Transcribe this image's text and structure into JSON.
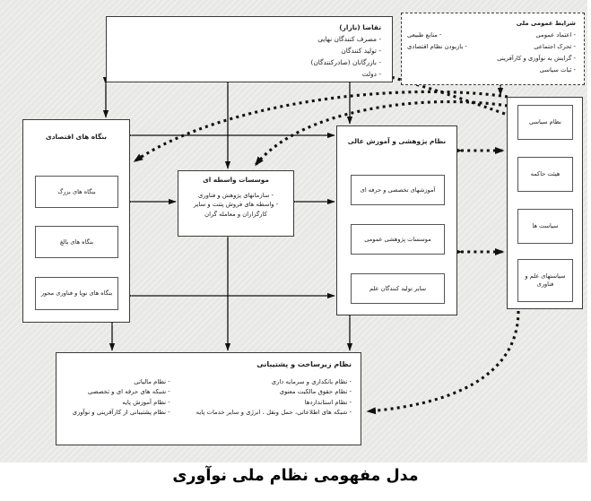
{
  "caption": "مدل مفهومی نظام ملی نوآوری",
  "demand": {
    "title": "تقاضا (بازار)",
    "items": [
      "- مصرف کنندگان نهایی",
      "- تولید کنندگان",
      "- بازرگانان (صادرکنندگان)",
      "- دولت"
    ]
  },
  "conditions": {
    "title": "شرایط عمومی ملی",
    "rows": [
      {
        "right": "- اعتماد عمومی",
        "left": "- منابع طبیعی"
      },
      {
        "right": "- تحرک اجتماعی",
        "left": "- بازبودن نظام اقتصادی"
      },
      {
        "right": "- گرایش به نوآوری و کارآفرینی",
        "left": ""
      },
      {
        "right": "- ثبات سیاسی",
        "left": ""
      }
    ]
  },
  "firms": {
    "title": "بنگاه های اقتصادی",
    "items": [
      "بنگاه های بزرگ",
      "بنگاه های بالغ",
      "بنگاه های نوپا و فناوری محور"
    ]
  },
  "intermediary": {
    "title": "موسسات واسطه ای",
    "items": [
      "- سازمانهای پژوهش و فناوری",
      "- واسطه های فروش پتنت و سایر کارگزاران و معامله گران"
    ]
  },
  "research": {
    "title": "نظام پژوهشی و آموزش عالی",
    "items": [
      "آموزشهای تخصصی و حرفه ای",
      "موسسات پژوهشی عمومی",
      "سایر تولید کنندگان علم"
    ]
  },
  "governance": {
    "items": [
      "نظام سیاسی",
      "هیئت حاکمه",
      "سیاست ها",
      "سیاستهای علم و فناوری"
    ]
  },
  "infrastructure": {
    "title": "نظام زیرساخت و پشتیبانی",
    "right_items": [
      "- نظام بانکداری و سرمایه داری",
      "- نظام حقوق مالکیت معنوی",
      "- نظام استانداردها",
      "- شبکه های اطلاعاتی، حمل ونقل ، انرژی و سایر خدمات پایه"
    ],
    "left_items": [
      "- نظام مالیاتی",
      "- شبکه های حرفه ای و تخصصی",
      "- نظام آموزش پایه",
      "- نظام پشتیبانی از کارآفرینی و نوآوری"
    ]
  },
  "colors": {
    "background": "#e8e8e6",
    "line": "#111111",
    "box_border": "#3a3a3a",
    "box_fill": "#ffffff"
  }
}
